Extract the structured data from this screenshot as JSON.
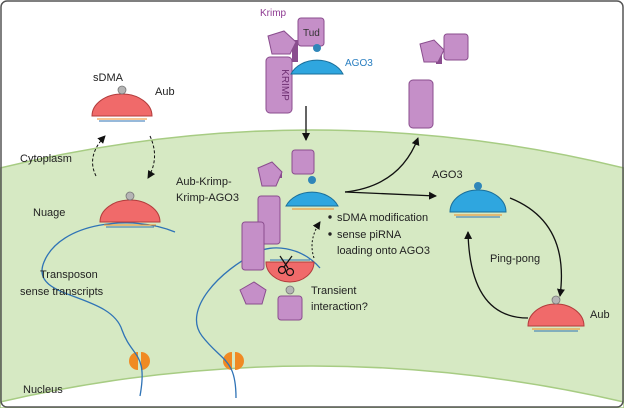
{
  "colors": {
    "frame": "#555555",
    "cytoplasm_bg": "#ffffff",
    "nuage_bg": "#d6e9c3",
    "nuage_edge": "#a7cc83",
    "nucleus_bg": "#ffffff",
    "aub": "#f06a6a",
    "aub_edge": "#b23c3c",
    "ago3": "#2fa6df",
    "ago3_edge": "#1a6f9a",
    "krimp": "#c58fc8",
    "krimp_edge": "#8a4d8e",
    "label_krimp": "#8e3a92",
    "label_aub": "#e0392f",
    "label_ago3": "#2a7fc1",
    "label_nuage": "#3aa837",
    "label_transposon": "#2f73b6",
    "rna": "#2f73b6",
    "pore": "#f08a24",
    "sdma_dot": "#b5b5b5",
    "arrow": "#111111"
  },
  "labels": {
    "krimp": "Krimp",
    "tud": "Tud",
    "ago3_top": "AGO3",
    "krimp_domain": "KRIMP",
    "sdma": "sDMA",
    "aub_top": "Aub",
    "cytoplasm": "Cytoplasm",
    "nuage": "Nuage",
    "transposon_line1": "Transposon",
    "transposon_line2": "sense transcripts",
    "nucleus": "Nucleus",
    "complex_line1": "Aub-Krimp-",
    "complex_line2": "Krimp-AGO3",
    "bullet1": "sDMA modification",
    "bullet2_line1": "sense piRNA",
    "bullet2_line2": "loading onto AGO3",
    "transient_line1": "Transient",
    "transient_line2": "interaction?",
    "ago3_right": "AGO3",
    "pingpong": "Ping-pong",
    "aub_right": "Aub"
  }
}
